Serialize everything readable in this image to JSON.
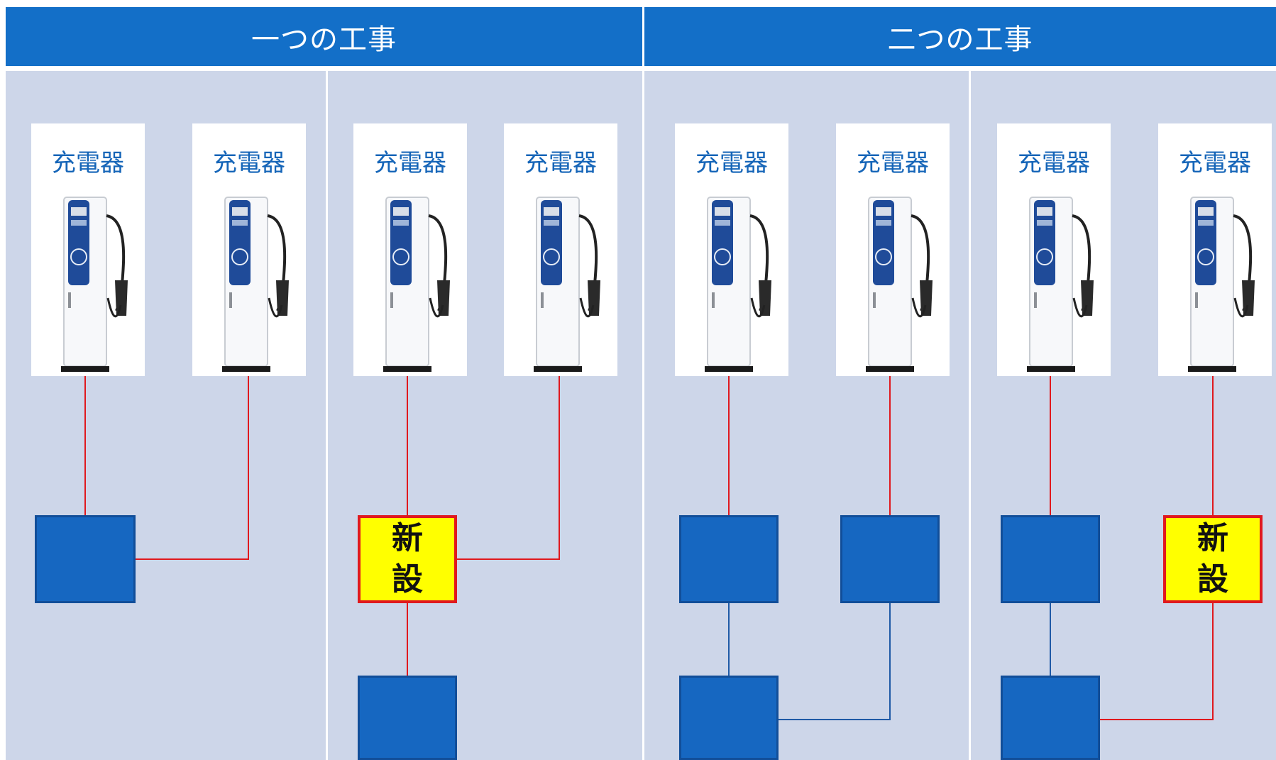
{
  "headers": {
    "left": "一つの工事",
    "right": "二つの工事"
  },
  "charger_label": "充電器",
  "new_label": {
    "line1": "新",
    "line2": "設"
  },
  "colors": {
    "header": "#136FC8",
    "panel": "#CDD6E9",
    "box": "#1667C1",
    "new_fill": "#FFFF00",
    "new_border": "#E0191E",
    "red_wire": "#E0191E",
    "blue_wire": "#1F5AA6"
  }
}
